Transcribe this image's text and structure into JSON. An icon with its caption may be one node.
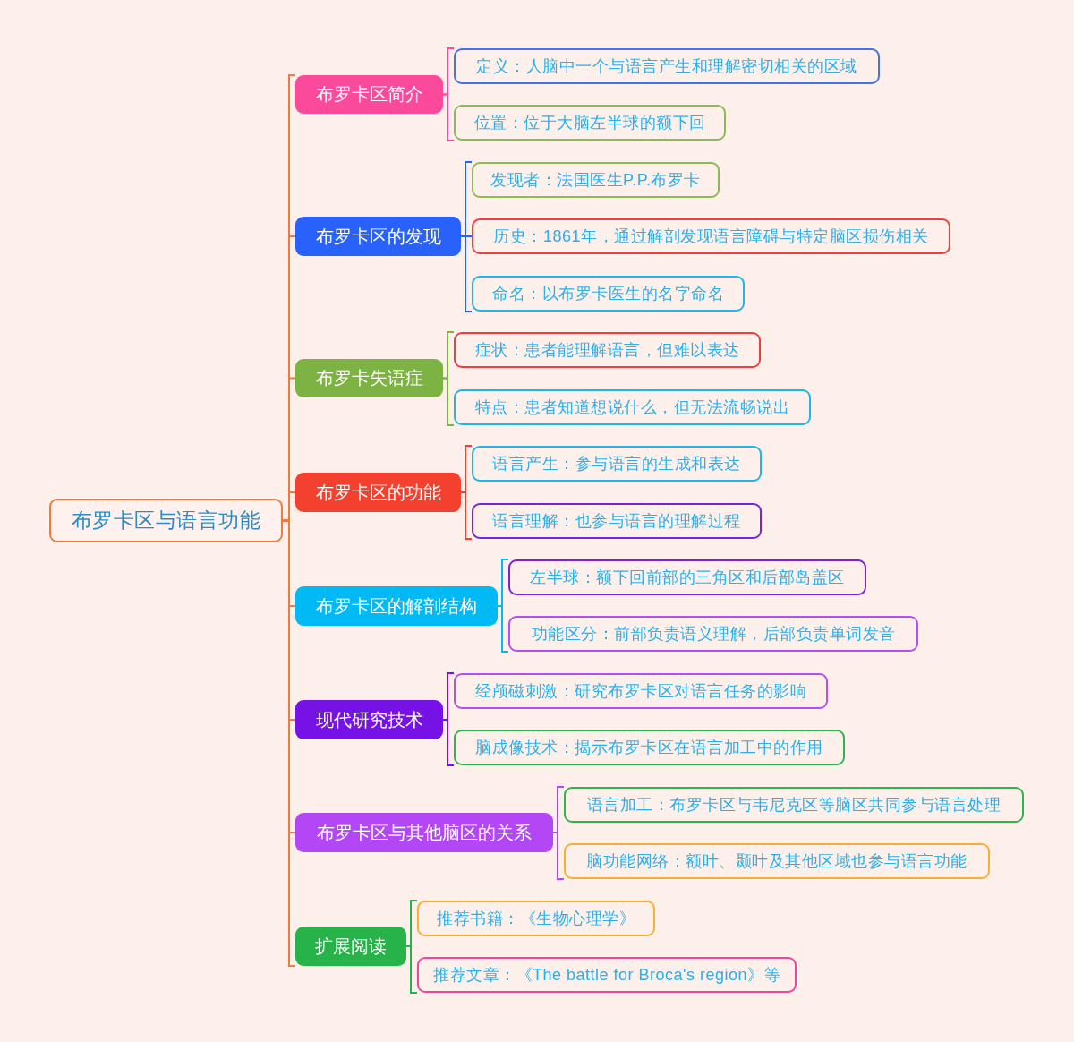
{
  "diagram": {
    "nodes": [
      {
        "text": [
          "布罗卡区与语言功能"
        ]
      },
      {
        "text": [
          "布罗卡区简介"
        ]
      },
      {
        "text": [
          "定义：人脑中一个与语言产生和理解密切相关的区域"
        ]
      },
      {
        "text": [
          "位置：位于大脑左半球的额下回"
        ]
      },
      {
        "text": [
          "布罗卡区的发现"
        ]
      },
      {
        "text": [
          "发现者：法国医生P.P.布罗卡"
        ]
      },
      {
        "text": [
          "历史：1861年，通过解剖发现语言障碍与特定脑区损伤相关"
        ]
      },
      {
        "text": [
          "命名：以布罗卡医生的名字命名"
        ]
      },
      {
        "text": [
          "布罗卡失语症"
        ]
      },
      {
        "text": [
          "症状：患者能理解语言，但难以表达"
        ]
      },
      {
        "text": [
          "特点：患者知道想说什么，但无法流畅说出"
        ]
      },
      {
        "text": [
          "布罗卡区的功能"
        ]
      },
      {
        "text": [
          "语言产生：参与语言的生成和表达"
        ]
      },
      {
        "text": [
          "语言理解：也参与语言的理解过程"
        ]
      },
      {
        "text": [
          "布罗卡区的解剖结构"
        ]
      },
      {
        "text": [
          "左半球：额下回前部的三角区和后部岛盖区"
        ]
      },
      {
        "text": [
          "功能区分：前部负责语义理解，后部负责单词发音"
        ]
      },
      {
        "text": [
          "现代研究技术"
        ]
      },
      {
        "text": [
          "经颅磁刺激：研究布罗卡区对语言任务的影响"
        ]
      },
      {
        "text": [
          "脑成像技术：揭示布罗卡区在语言加工中的作用"
        ]
      },
      {
        "text": [
          "布罗卡区与其他脑区的关系"
        ]
      },
      {
        "text": [
          "语言加工：布罗卡区与韦尼克区等脑区共同参与语言处理"
        ]
      },
      {
        "text": [
          "脑功能网络：额叶、颞叶及其他区域也参与语言功能"
        ]
      },
      {
        "text": [
          "扩展阅读"
        ]
      },
      {
        "text": [
          "推荐书籍：《生物心理学》"
        ]
      },
      {
        "text": [
          "推荐文章：《The battle for Broca's region》等"
        ]
      }
    ],
    "edges": [
      {
        "from": 0,
        "to": 1,
        "arrow": "none",
        "color": "#f07b3f"
      },
      {
        "from": 0,
        "to": 4,
        "arrow": "none",
        "color": "#f07b3f"
      },
      {
        "from": 0,
        "to": 8,
        "arrow": "none",
        "color": "#f07b3f"
      },
      {
        "from": 0,
        "to": 11,
        "arrow": "none",
        "color": "#f07b3f"
      },
      {
        "from": 0,
        "to": 14,
        "arrow": "none",
        "color": "#f07b3f"
      },
      {
        "from": 0,
        "to": 17,
        "arrow": "none",
        "color": "#f07b3f"
      },
      {
        "from": 0,
        "to": 20,
        "arrow": "none",
        "color": "#f07b3f"
      },
      {
        "from": 0,
        "to": 23,
        "arrow": "none",
        "color": "#f07b3f"
      },
      {
        "from": 1,
        "to": 2,
        "arrow": "none",
        "color": "#fb4a9c"
      },
      {
        "from": 1,
        "to": 3,
        "arrow": "none",
        "color": "#fb4a9c"
      },
      {
        "from": 4,
        "to": 5,
        "arrow": "none",
        "color": "#2962fa"
      },
      {
        "from": 4,
        "to": 6,
        "arrow": "none",
        "color": "#2962fa"
      },
      {
        "from": 4,
        "to": 7,
        "arrow": "none",
        "color": "#2962fa"
      },
      {
        "from": 8,
        "to": 9,
        "arrow": "none",
        "color": "#7cb342"
      },
      {
        "from": 8,
        "to": 10,
        "arrow": "none",
        "color": "#7cb342"
      },
      {
        "from": 11,
        "to": 12,
        "arrow": "none",
        "color": "#f4412f"
      },
      {
        "from": 11,
        "to": 13,
        "arrow": "none",
        "color": "#f4412f"
      },
      {
        "from": 14,
        "to": 15,
        "arrow": "none",
        "color": "#00b9f5"
      },
      {
        "from": 14,
        "to": 16,
        "arrow": "none",
        "color": "#00b9f5"
      },
      {
        "from": 17,
        "to": 18,
        "arrow": "none",
        "color": "#7612e6"
      },
      {
        "from": 17,
        "to": 19,
        "arrow": "none",
        "color": "#7612e6"
      },
      {
        "from": 20,
        "to": 21,
        "arrow": "none",
        "color": "#b346f5"
      },
      {
        "from": 20,
        "to": 22,
        "arrow": "none",
        "color": "#b346f5"
      },
      {
        "from": 23,
        "to": 24,
        "arrow": "none",
        "color": "#27b24a"
      },
      {
        "from": 23,
        "to": 25,
        "arrow": "none",
        "color": "#27b24a"
      }
    ]
  }
}
